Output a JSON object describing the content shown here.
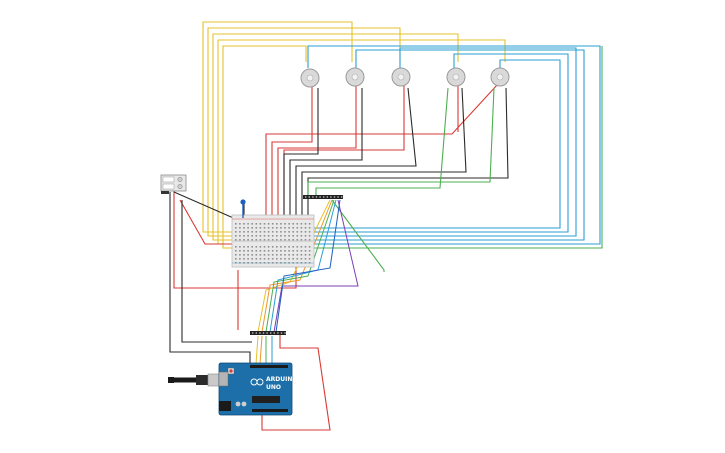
{
  "wire_colors": {
    "yellow": "#e6c229",
    "cyan": "#2a9fd6",
    "red": "#d83a34",
    "black": "#2b2b2b",
    "green": "#4caf50",
    "orange": "#f0962a",
    "purple": "#7b3fb5",
    "blue": "#1f5fbf"
  },
  "components": {
    "servos_count": 5,
    "breadboard": "breadboard-mini",
    "power_supply": "battery-pack",
    "arduino": {
      "brand_text": "ARDUINO",
      "model_text": "UNO"
    }
  }
}
